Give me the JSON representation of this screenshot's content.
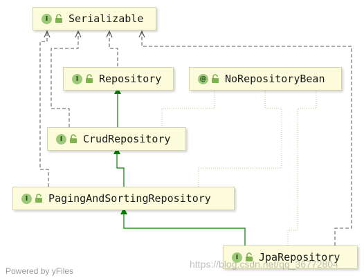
{
  "nodes": {
    "serializable": {
      "label": "Serializable",
      "badge": "I"
    },
    "repository": {
      "label": "Repository",
      "badge": "I"
    },
    "norepository": {
      "label": "NoRepositoryBean",
      "badge": "@"
    },
    "crud": {
      "label": "CrudRepository",
      "badge": "I"
    },
    "paging": {
      "label": "PagingAndSortingRepository",
      "badge": "I"
    },
    "jpa": {
      "label": "JpaRepository",
      "badge": "I"
    }
  },
  "footer": "Powered by yFiles",
  "watermark": "https://blog.csdn.net/qq_36772804",
  "colors": {
    "node_fill": "#fcfcdc",
    "extends_arrow": "#008000",
    "implements_arrow": "#555555",
    "annotation_link": "#c8b47a"
  },
  "icons": {
    "type_badge": "interface-badge-icon",
    "access": "lock-icon"
  }
}
